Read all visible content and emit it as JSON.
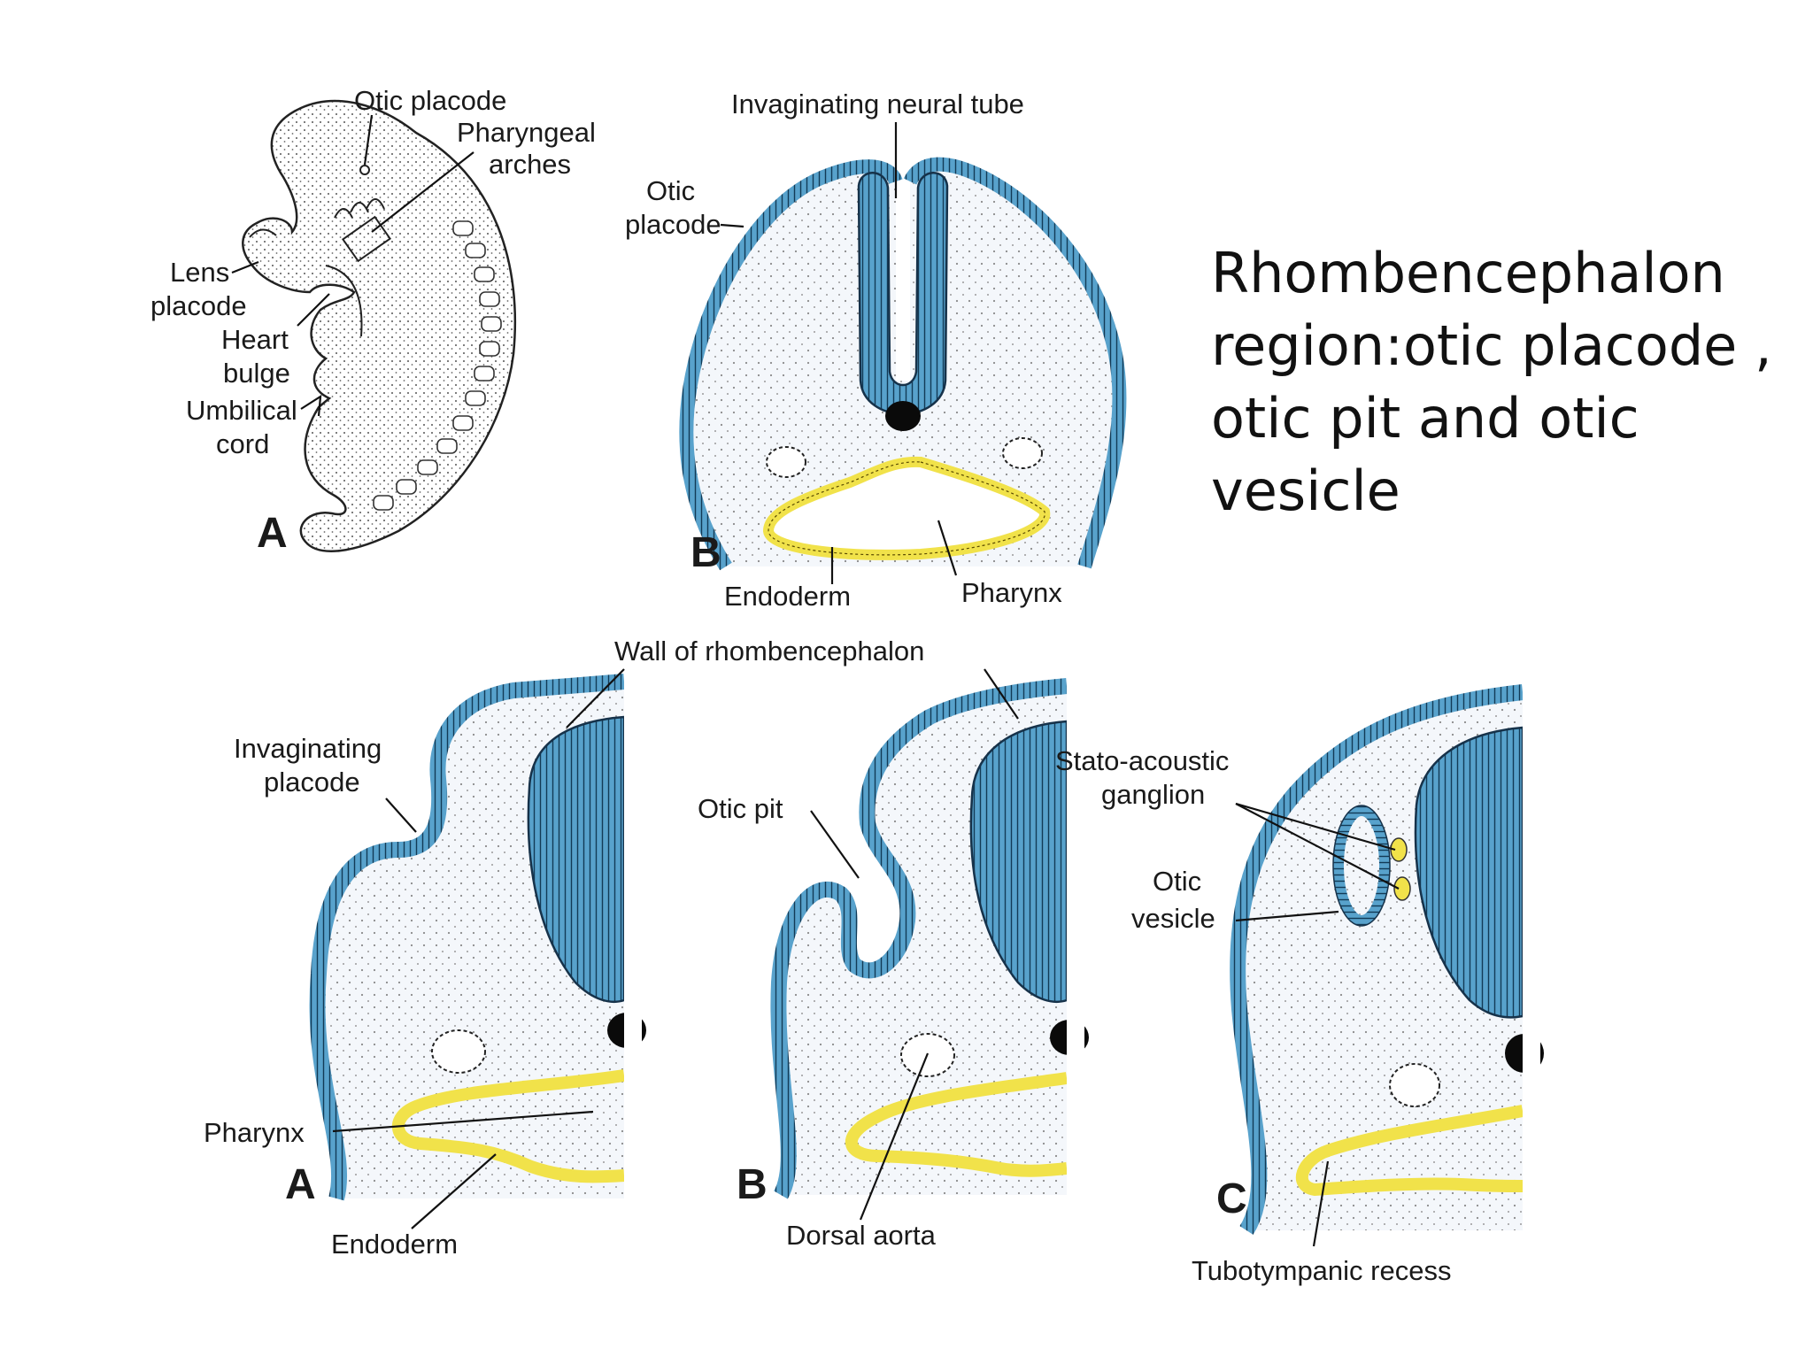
{
  "title": "Rhombencephalon\nregion:otic placode ,\notic pit and otic\nvesicle",
  "colors": {
    "ectoderm_blue": "#6aaed0",
    "neural_blue": "#4f9cc8",
    "endoderm_yellow": "#f1e24a",
    "mesenchyme": "#f4f7fb",
    "outline": "#16324a",
    "notochord": "#0a0a0a"
  },
  "figure_top": {
    "embryo": {
      "letter": "A",
      "labels": {
        "otic_placode": "Otic placode",
        "pharyngeal_arches_1": "Pharyngeal",
        "pharyngeal_arches_2": "arches",
        "lens_placode_1": "Lens",
        "lens_placode_2": "placode",
        "heart_bulge_1": "Heart",
        "heart_bulge_2": "bulge",
        "umbilical_cord_1": "Umbilical",
        "umbilical_cord_2": "cord"
      }
    },
    "section": {
      "letter": "B",
      "labels": {
        "invaginating_neural_tube": "Invaginating neural tube",
        "otic_placode_1": "Otic",
        "otic_placode_2": "placode",
        "endoderm": "Endoderm",
        "pharynx": "Pharynx"
      }
    }
  },
  "figure_bottom": {
    "wall_label": "Wall of rhombencephalon",
    "panel_a": {
      "letter": "A",
      "invaginating_placode_1": "Invaginating",
      "invaginating_placode_2": "placode",
      "pharynx": "Pharynx",
      "endoderm": "Endoderm"
    },
    "panel_b": {
      "letter": "B",
      "otic_pit": "Otic pit",
      "dorsal_aorta": "Dorsal aorta"
    },
    "panel_c": {
      "letter": "C",
      "stato_acoustic_1": "Stato-acoustic",
      "stato_acoustic_2": "ganglion",
      "otic_vesicle_1": "Otic",
      "otic_vesicle_2": "vesicle",
      "tubotympanic_recess": "Tubotympanic recess"
    }
  }
}
